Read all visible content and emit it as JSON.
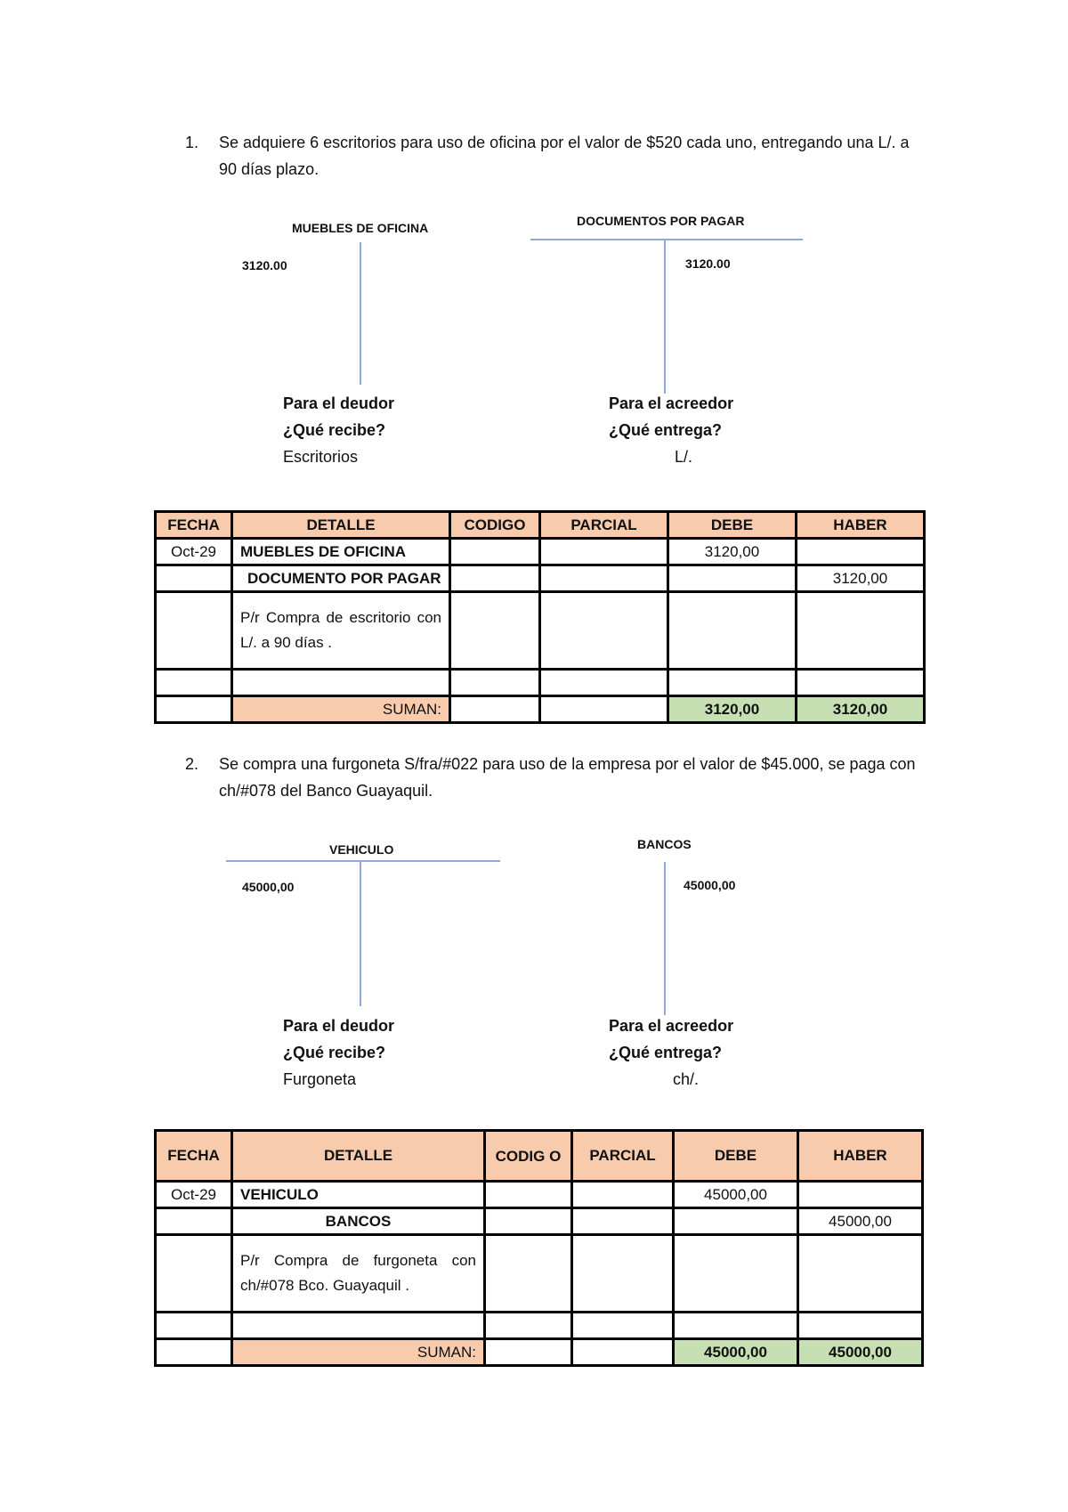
{
  "problem1": {
    "number": "1.",
    "text": "Se adquiere 6 escritorios para uso de oficina por el valor de $520 cada uno, entregando una L/. a 90 días plazo."
  },
  "t_accounts_1": {
    "left": {
      "title": "MUEBLES DE OFICINA",
      "value": "3120.00"
    },
    "right": {
      "title": "DOCUMENTOS POR PAGAR",
      "value": "3120.00"
    },
    "debtor": {
      "line1": "Para el deudor",
      "line2": "¿Qué recibe?",
      "line3": "Escritorios"
    },
    "creditor": {
      "line1": "Para el acreedor",
      "line2": "¿Qué entrega?",
      "line3": "L/."
    }
  },
  "journal1": {
    "headers": [
      "FECHA",
      "DETALLE",
      "CODIGO",
      "PARCIAL",
      "DEBE",
      "HABER"
    ],
    "date": "Oct-29",
    "debit_account": "MUEBLES DE OFICINA",
    "debit_amount": "3120,00",
    "credit_account": "DOCUMENTO POR PAGAR",
    "credit_amount": "3120,00",
    "description": "P/r Compra de escritorio con L/. a 90 días .",
    "sum_label": "SUMAN:",
    "sum_debe": "3120,00",
    "sum_haber": "3120,00"
  },
  "problem2": {
    "number": "2.",
    "text": "Se compra una furgoneta S/fra/#022 para uso de la empresa por el valor de $45.000, se paga con ch/#078 del Banco Guayaquil."
  },
  "t_accounts_2": {
    "left": {
      "title": "VEHICULO",
      "value": "45000,00"
    },
    "right": {
      "title": "BANCOS",
      "value": "45000,00"
    },
    "debtor": {
      "line1": "Para el deudor",
      "line2": "¿Qué recibe?",
      "line3": "Furgoneta"
    },
    "creditor": {
      "line1": "Para el acreedor",
      "line2": "¿Qué entrega?",
      "line3": "ch/."
    }
  },
  "journal2": {
    "headers": [
      "FECHA",
      "DETALLE",
      "CODIG O",
      "PARCIAL",
      "DEBE",
      "HABER"
    ],
    "date": "Oct-29",
    "debit_account": "VEHICULO",
    "debit_amount": "45000,00",
    "credit_account": "BANCOS",
    "credit_amount": "45000,00",
    "description": "P/r Compra de furgoneta con ch/#078 Bco. Guayaquil .",
    "sum_label": "SUMAN:",
    "sum_debe": "45000,00",
    "sum_haber": "45000,00"
  }
}
